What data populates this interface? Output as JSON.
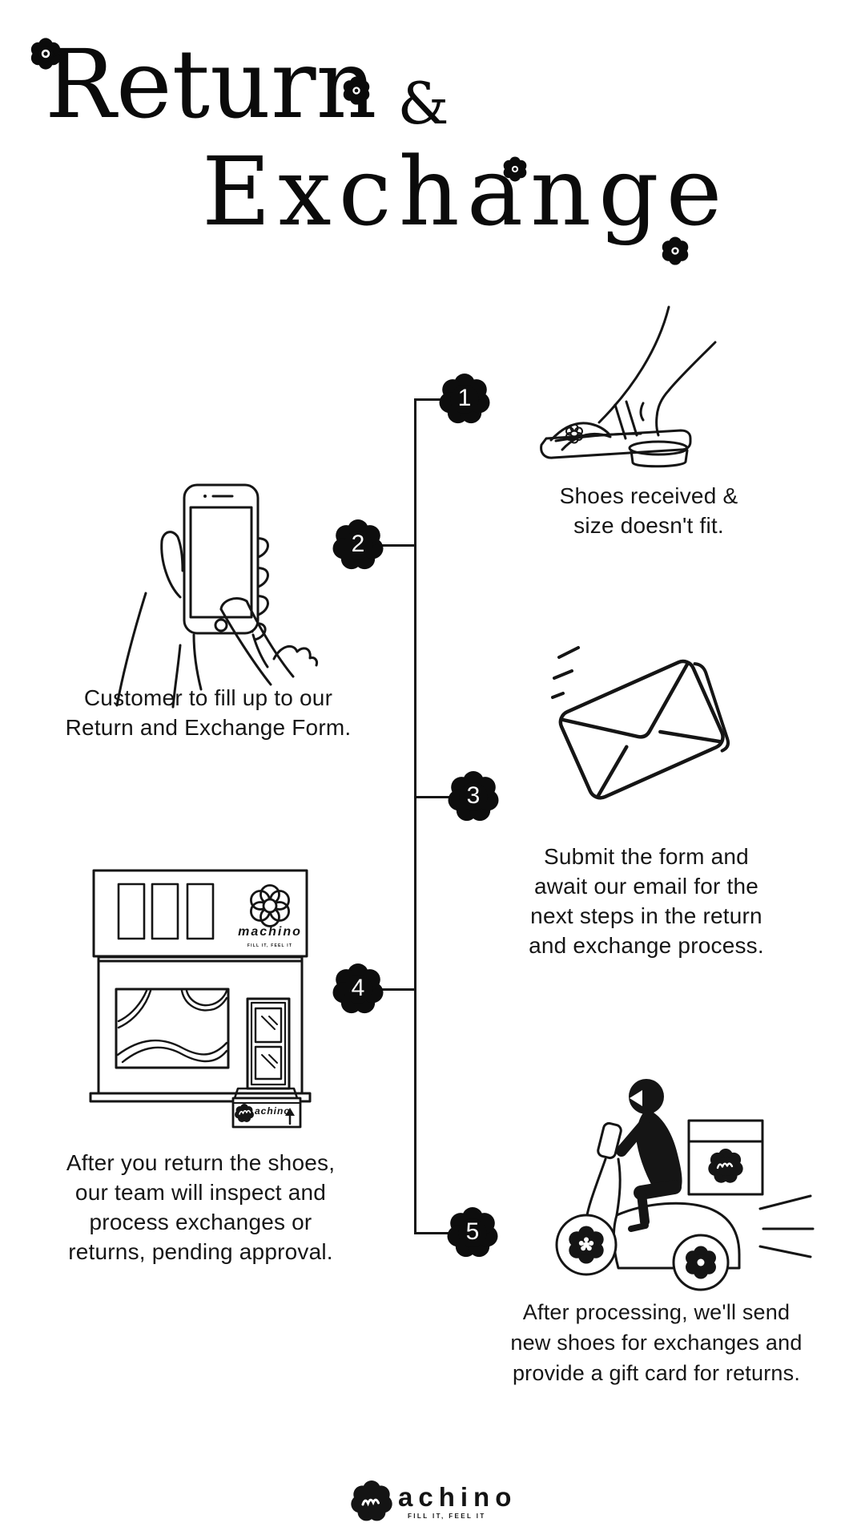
{
  "title": {
    "line1": "Return",
    "ampersand": "&",
    "line2": "Exchange"
  },
  "steps": [
    {
      "number": "1",
      "illustration": "foot-in-sandal",
      "lines": [
        "Shoes received &",
        "size doesn't fit."
      ]
    },
    {
      "number": "2",
      "illustration": "hand-holding-phone",
      "lines": [
        "Customer to fill up to our",
        "Return and Exchange Form."
      ]
    },
    {
      "number": "3",
      "illustration": "flying-envelope",
      "lines": [
        "Submit the form and",
        "await our email for the",
        "next steps in the return",
        "and exchange process."
      ]
    },
    {
      "number": "4",
      "illustration": "machino-storefront",
      "lines": [
        "After you return the shoes,",
        "our team will inspect and",
        "process exchanges or",
        "returns, pending approval."
      ]
    },
    {
      "number": "5",
      "illustration": "delivery-scooter",
      "lines": [
        "After processing, we'll send",
        "new shoes for exchanges and",
        "provide a gift card for returns."
      ]
    }
  ],
  "storefront_sign": {
    "brand": "machino",
    "tagline": "FILL IT, FEEL IT"
  },
  "bag": {
    "brand_rest": "achino"
  },
  "footer_logo": {
    "brand_rest": "achino",
    "tagline": "FILL IT, FEEL IT"
  },
  "colors": {
    "ink": "#141414",
    "background": "#ffffff"
  }
}
